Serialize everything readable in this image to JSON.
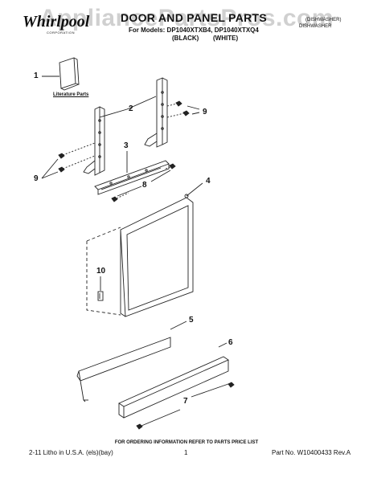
{
  "watermark": "AppliancePartsPros.com",
  "brand": {
    "name": "Whirlpool",
    "sub": "CORPORATION"
  },
  "header": {
    "title": "DOOR AND PANEL PARTS",
    "models": "For Models: DP1040XTXB4, DP1040XTXQ4",
    "color_black": "(BLACK)",
    "color_white": "(WHITE)",
    "category_line1": "(DISHWASHER)",
    "category_line2": "DISHWASHER"
  },
  "literature_label": "Literature Parts",
  "callouts": [
    "1",
    "2",
    "3",
    "4",
    "5",
    "6",
    "7",
    "8",
    "9",
    "9",
    "10"
  ],
  "footer": {
    "ordering_info": "FOR ORDERING INFORMATION REFER TO PARTS PRICE LIST",
    "litho": "2-11 Litho in U.S.A. (els)(bay)",
    "page_number": "1",
    "part_number": "Part No. W10400433 Rev.A"
  }
}
